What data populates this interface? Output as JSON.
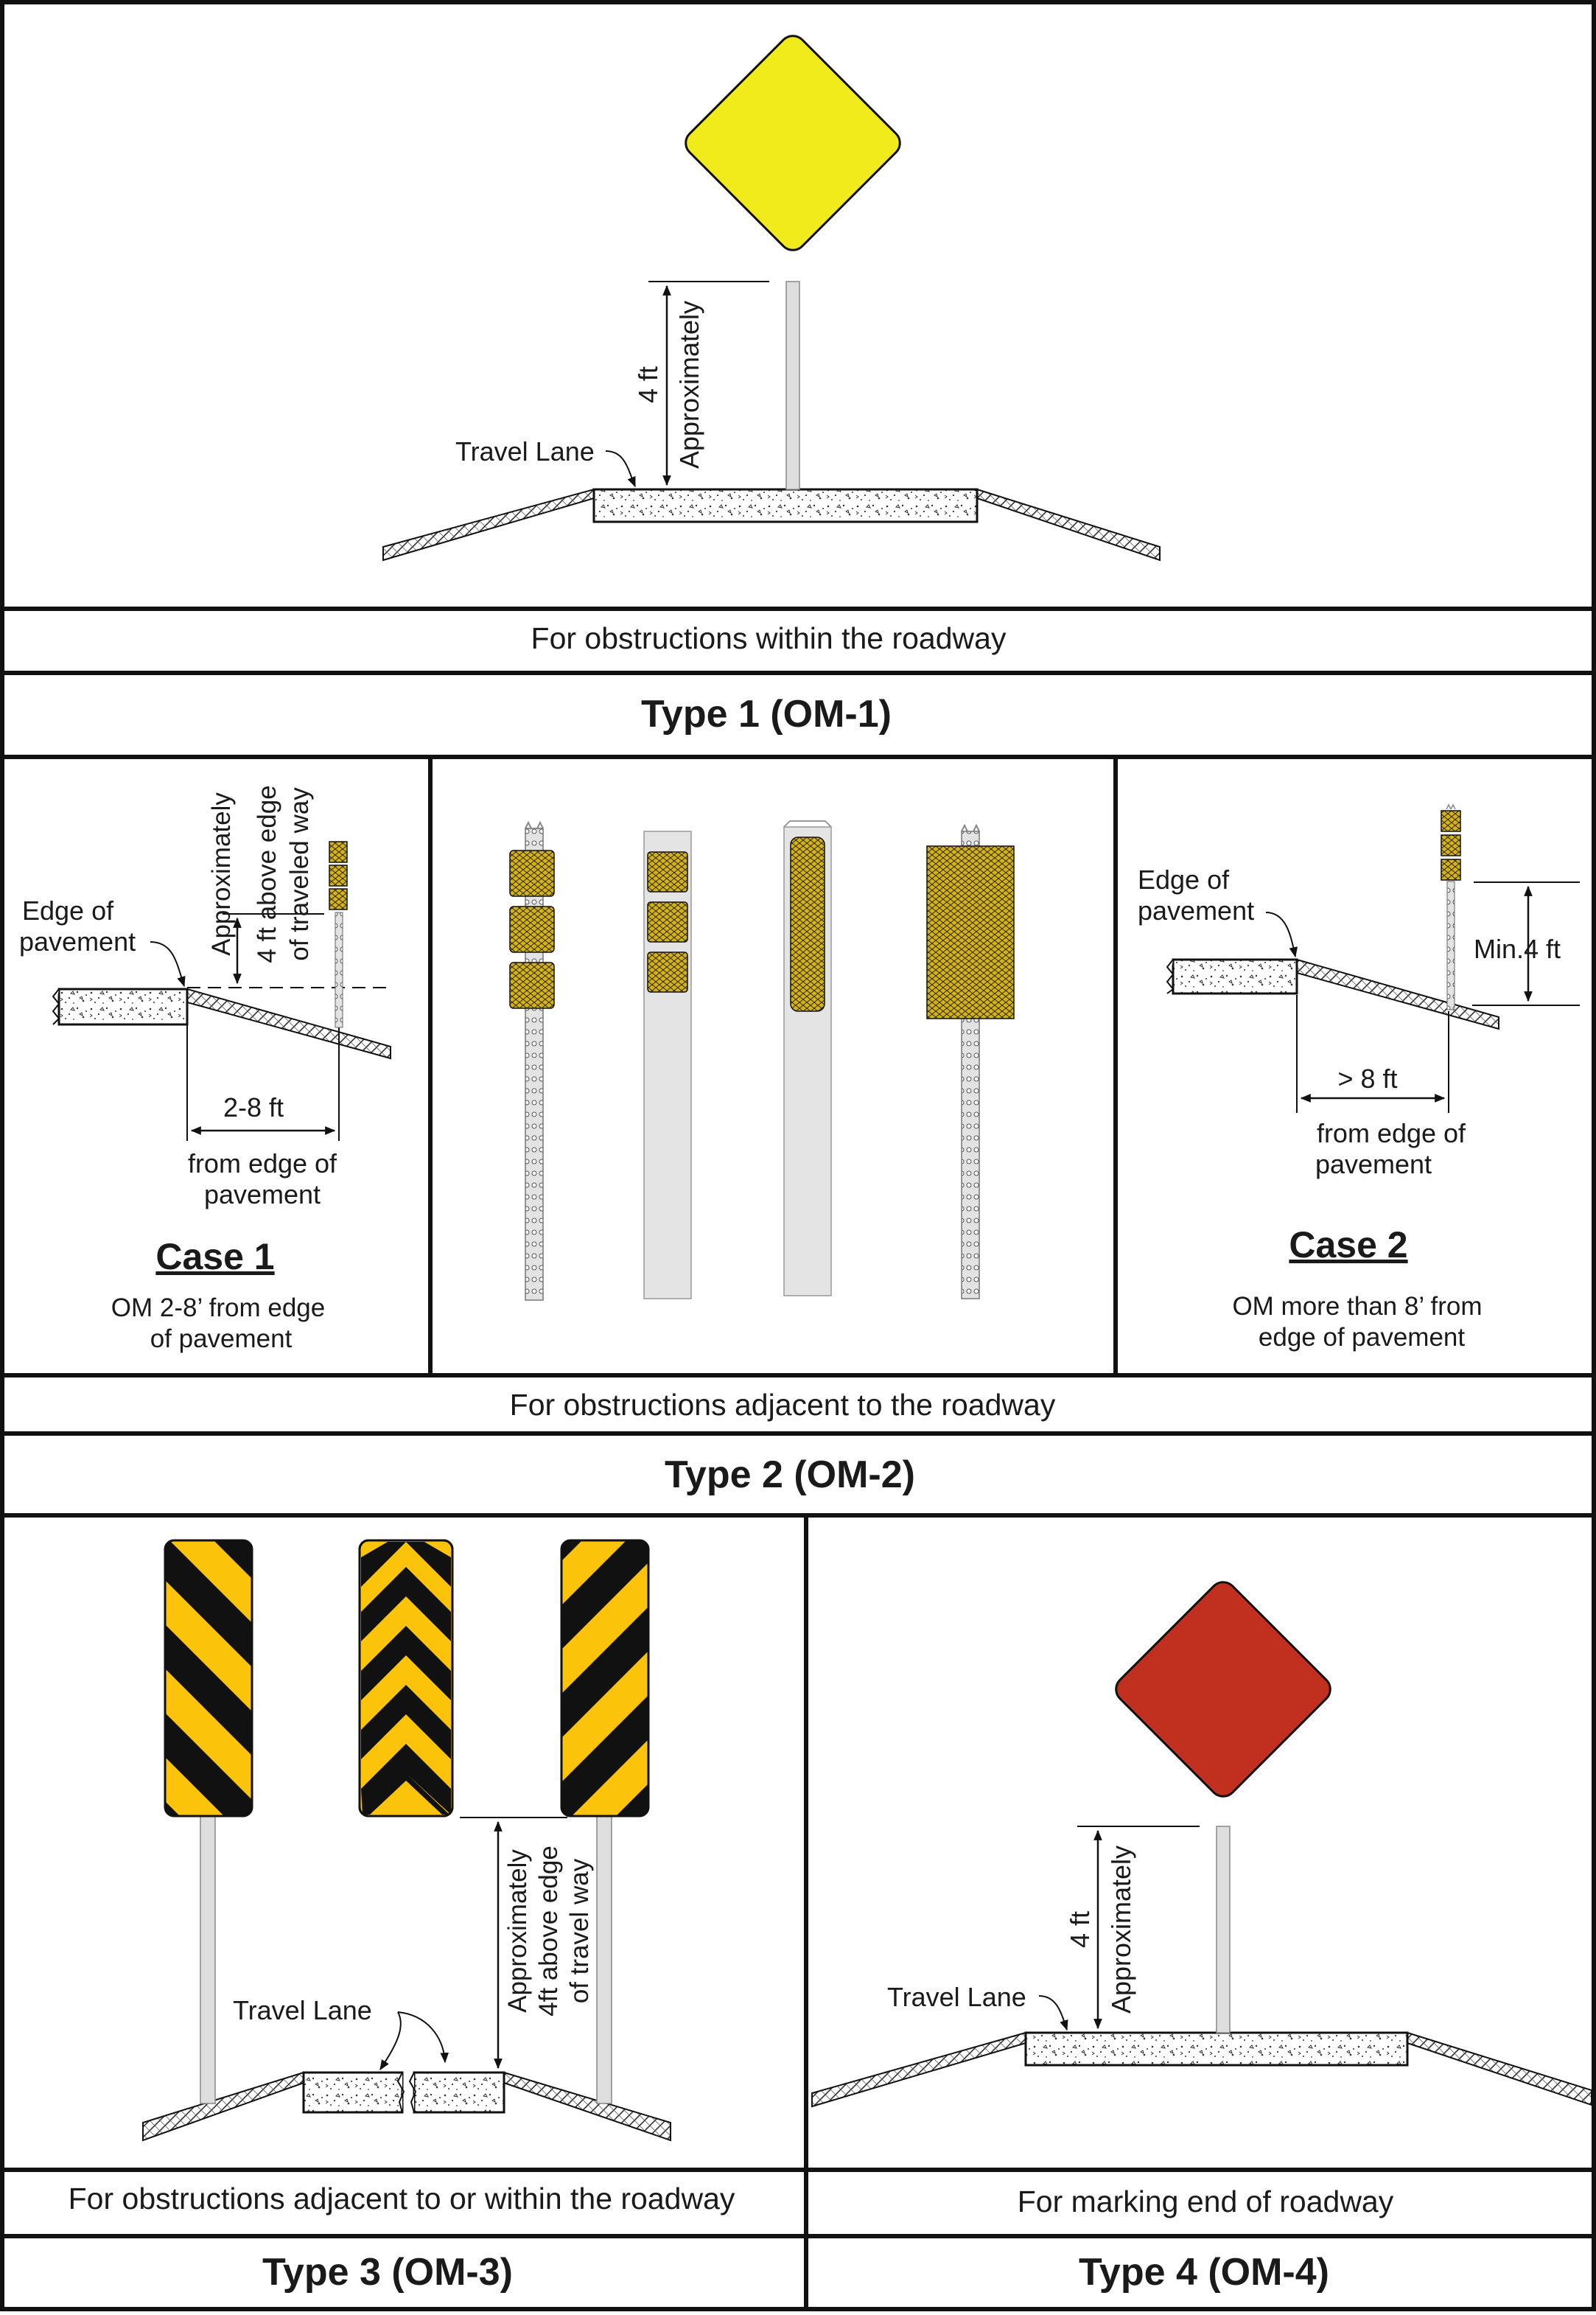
{
  "panel_om1": {
    "dimension_value": "4 ft",
    "dimension_qualifier": "Approximately",
    "travel_lane_label": "Travel Lane",
    "caption": "For obstructions within the roadway",
    "type_title": "Type 1 (OM-1)"
  },
  "panel_om2": {
    "case1": {
      "edge_label_1": "Edge of",
      "edge_label_2": "pavement",
      "height_line_1": "Approximately",
      "height_line_2": "4 ft above edge",
      "height_line_3": "of traveled way",
      "offset_value": "2-8 ft",
      "offset_line_1": "from edge of",
      "offset_line_2": "pavement",
      "title": "Case 1",
      "desc_line_1": "OM 2-8’ from edge",
      "desc_line_2": "of pavement"
    },
    "case2": {
      "edge_label_1": "Edge of",
      "edge_label_2": "pavement",
      "height_value": "Min.4 ft",
      "offset_value": "> 8 ft",
      "offset_line_1": "from edge of",
      "offset_line_2": "pavement",
      "title": "Case 2",
      "desc_line_1": "OM more than 8’ from",
      "desc_line_2": "edge of pavement"
    },
    "caption": "For obstructions adjacent to the roadway",
    "type_title": "Type 2 (OM-2)"
  },
  "panel_om3": {
    "height_line_1": "Approximately",
    "height_line_2": "4ft above edge",
    "height_line_3": "of travel way",
    "travel_lane_label": "Travel Lane",
    "caption": "For obstructions adjacent to or within the roadway",
    "type_title": "Type 3 (OM-3)"
  },
  "panel_om4": {
    "dimension_value": "4 ft",
    "dimension_qualifier": "Approximately",
    "travel_lane_label": "Travel Lane",
    "caption": "For marking end of roadway",
    "type_title": "Type 4 (OM-4)"
  },
  "colors": {
    "om1_sign": "#f2eb1c",
    "om4_sign": "#c1301f",
    "reflector": "#d4b317",
    "chevron_yellow": "#fcc30b",
    "chevron_black": "#111111",
    "post": "#dedede",
    "border": "#111111"
  }
}
